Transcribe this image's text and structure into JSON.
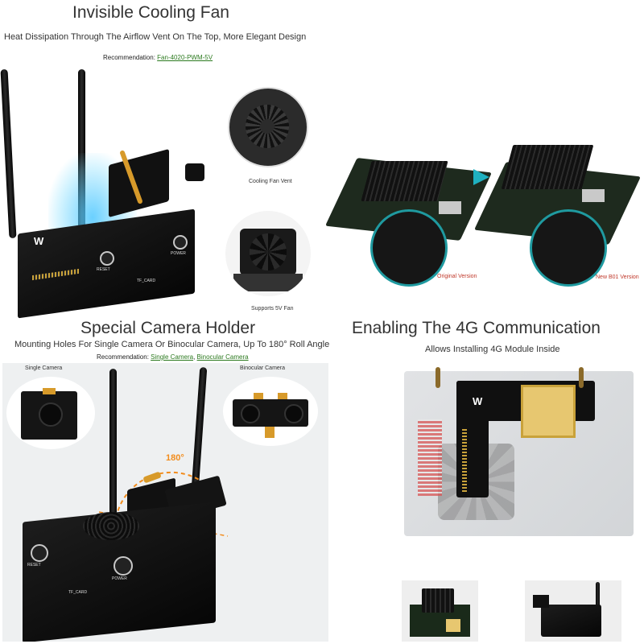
{
  "sections": {
    "fan": {
      "title": "Invisible Cooling Fan",
      "subtitle": "Heat Dissipation Through The Airflow Vent On The Top, More Elegant Design",
      "recommendation_label": "Recommendation:",
      "recommendation_link": "Fan-4020-PWM-5V",
      "caption_vent": "Cooling Fan Vent",
      "caption_fan": "Supports 5V Fan",
      "caption_original": "Original Version",
      "caption_new": "New B01 Version",
      "device_labels": {
        "reset": "RESET",
        "power": "POWER",
        "tf": "TF_CARD"
      }
    },
    "camera": {
      "title": "Special Camera Holder",
      "subtitle": "Mounting Holes For Single Camera Or Binocular Camera, Up To 180° Roll Angle",
      "recommendation_label": "Recommendation:",
      "links": [
        "Single Camera",
        "Binocular Camera"
      ],
      "separator": ",",
      "label_single": "Single Camera",
      "label_binocular": "Binocular Camera",
      "angle_label": "180°",
      "device_labels": {
        "reset": "RESET",
        "power": "POWER",
        "tf": "TF_CARD"
      }
    },
    "g4": {
      "title": "Enabling The 4G Communication",
      "subtitle": "Allows Installing 4G Module Inside"
    }
  },
  "colors": {
    "teal": "#1f9aa0",
    "link_green": "#2c7a1f",
    "red_caption": "#c0392b",
    "orange_arrow": "#f28c1c"
  }
}
